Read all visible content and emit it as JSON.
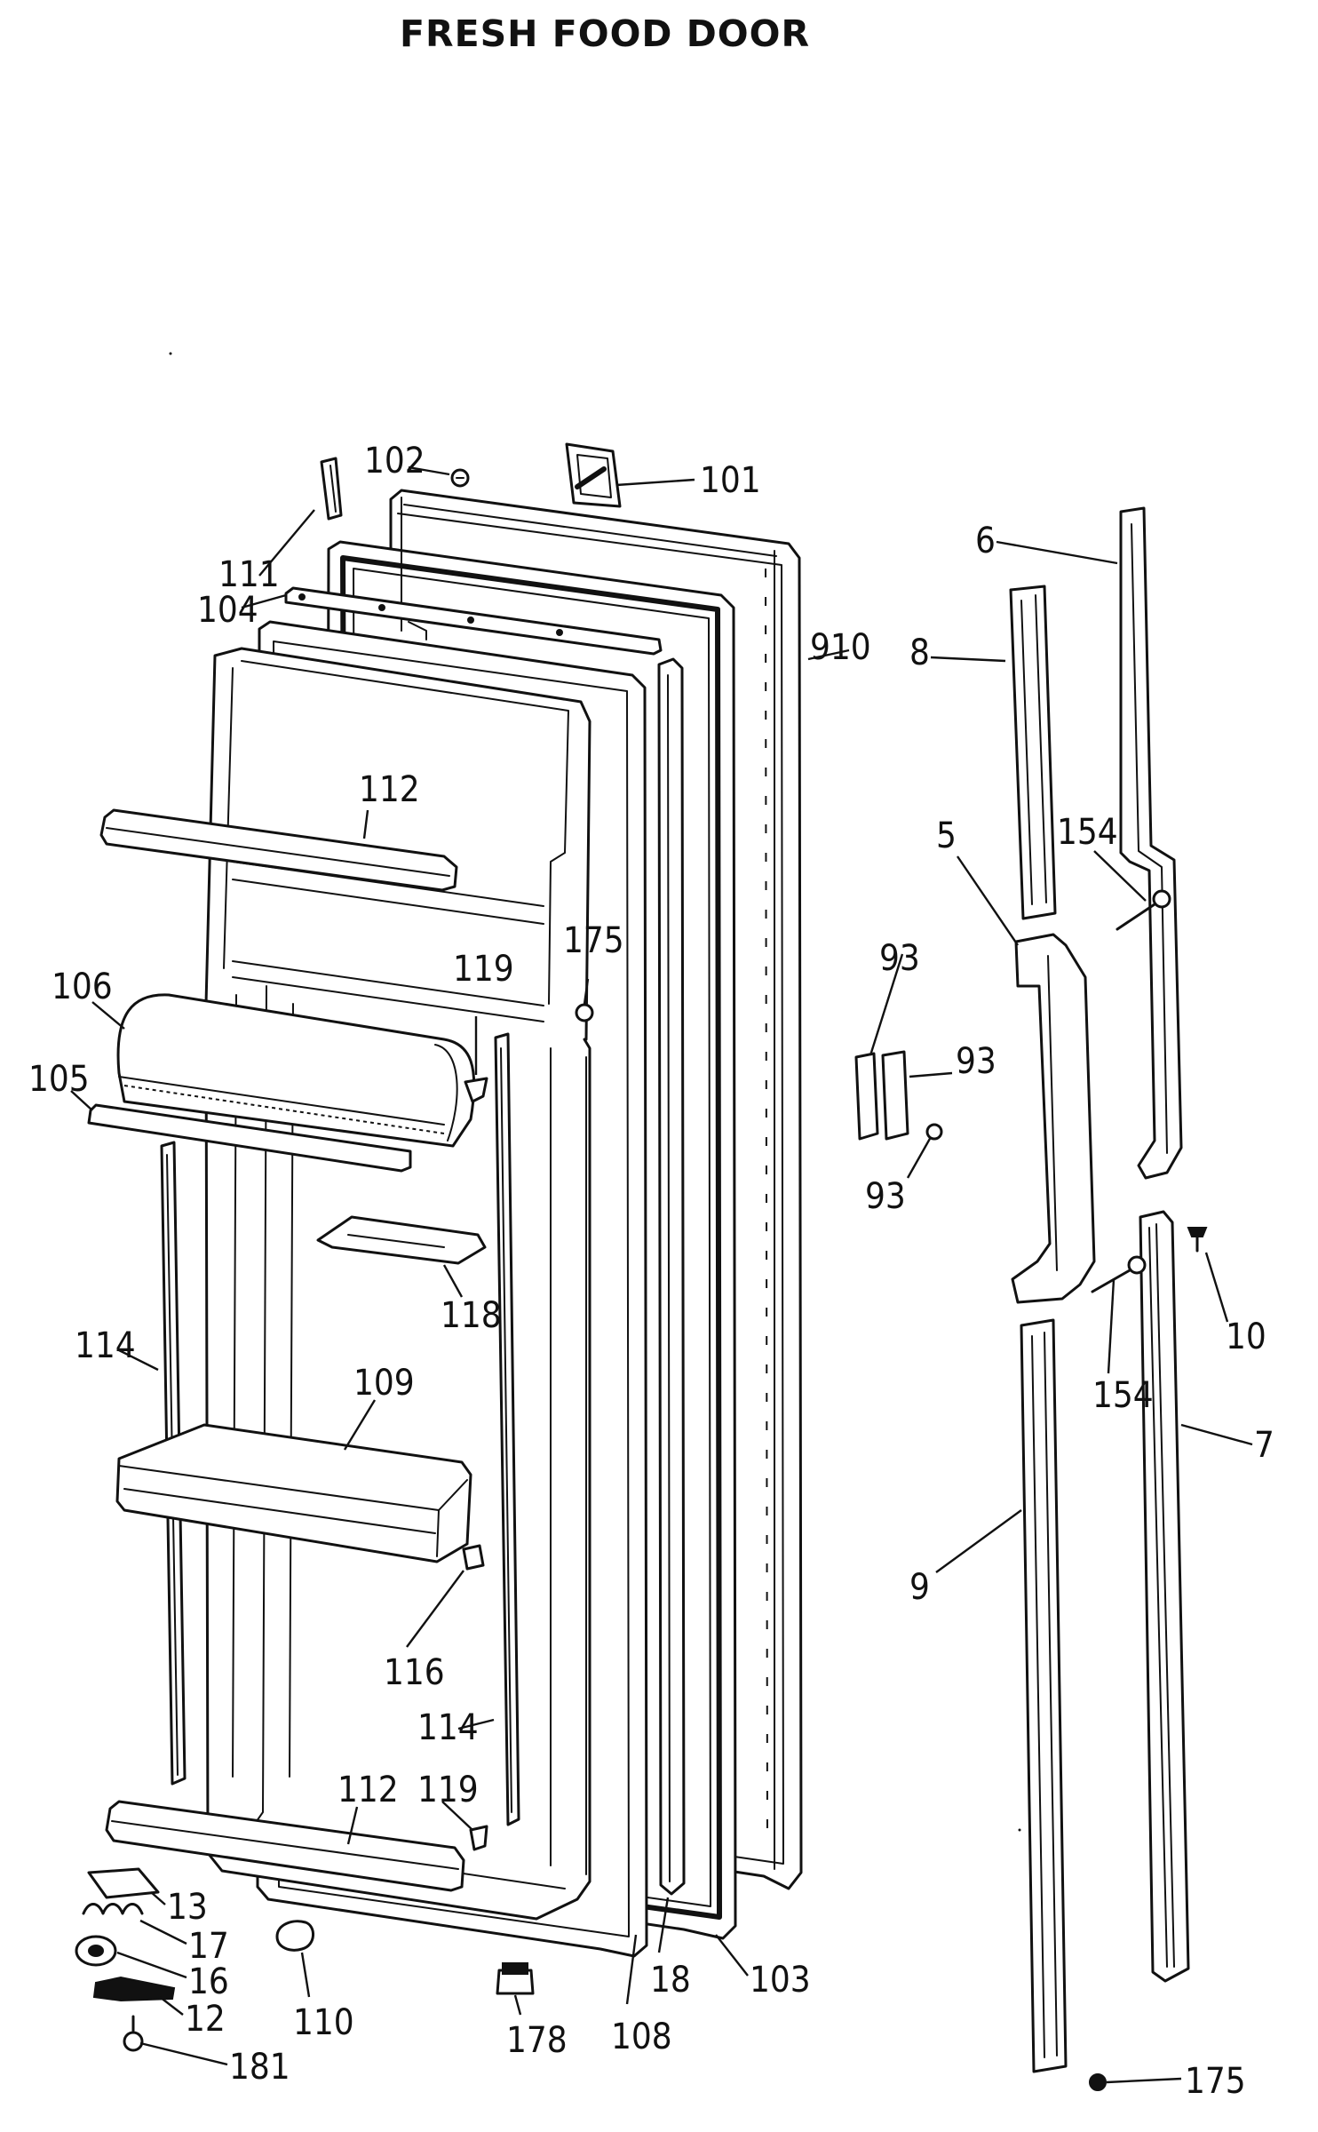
{
  "title": "FRESH FOOD DOOR",
  "parts": [
    {
      "id": "p101",
      "label": "101"
    },
    {
      "id": "p102",
      "label": "102"
    },
    {
      "id": "p111",
      "label": "111"
    },
    {
      "id": "p104",
      "label": "104"
    },
    {
      "id": "p910",
      "label": "910"
    },
    {
      "id": "p6",
      "label": "6"
    },
    {
      "id": "p8",
      "label": "8"
    },
    {
      "id": "p112a",
      "label": "112"
    },
    {
      "id": "p5",
      "label": "5"
    },
    {
      "id": "p154a",
      "label": "154"
    },
    {
      "id": "p93a",
      "label": "93"
    },
    {
      "id": "p93b",
      "label": "93"
    },
    {
      "id": "p93c",
      "label": "93"
    },
    {
      "id": "p175a",
      "label": "175"
    },
    {
      "id": "p119a",
      "label": "119"
    },
    {
      "id": "p106",
      "label": "106"
    },
    {
      "id": "p105",
      "label": "105"
    },
    {
      "id": "p118",
      "label": "118"
    },
    {
      "id": "p10",
      "label": "10"
    },
    {
      "id": "p154b",
      "label": "154"
    },
    {
      "id": "p114a",
      "label": "114"
    },
    {
      "id": "p109",
      "label": "109"
    },
    {
      "id": "p7",
      "label": "7"
    },
    {
      "id": "p9",
      "label": "9"
    },
    {
      "id": "p116",
      "label": "116"
    },
    {
      "id": "p114b",
      "label": "114"
    },
    {
      "id": "p112b",
      "label": "112"
    },
    {
      "id": "p119b",
      "label": "119"
    },
    {
      "id": "p13",
      "label": "13"
    },
    {
      "id": "p17",
      "label": "17"
    },
    {
      "id": "p16",
      "label": "16"
    },
    {
      "id": "p12",
      "label": "12"
    },
    {
      "id": "p181",
      "label": "181"
    },
    {
      "id": "p110",
      "label": "110"
    },
    {
      "id": "p178",
      "label": "178"
    },
    {
      "id": "p108",
      "label": "108"
    },
    {
      "id": "p18",
      "label": "18"
    },
    {
      "id": "p103",
      "label": "103"
    },
    {
      "id": "p175b",
      "label": "175"
    }
  ]
}
